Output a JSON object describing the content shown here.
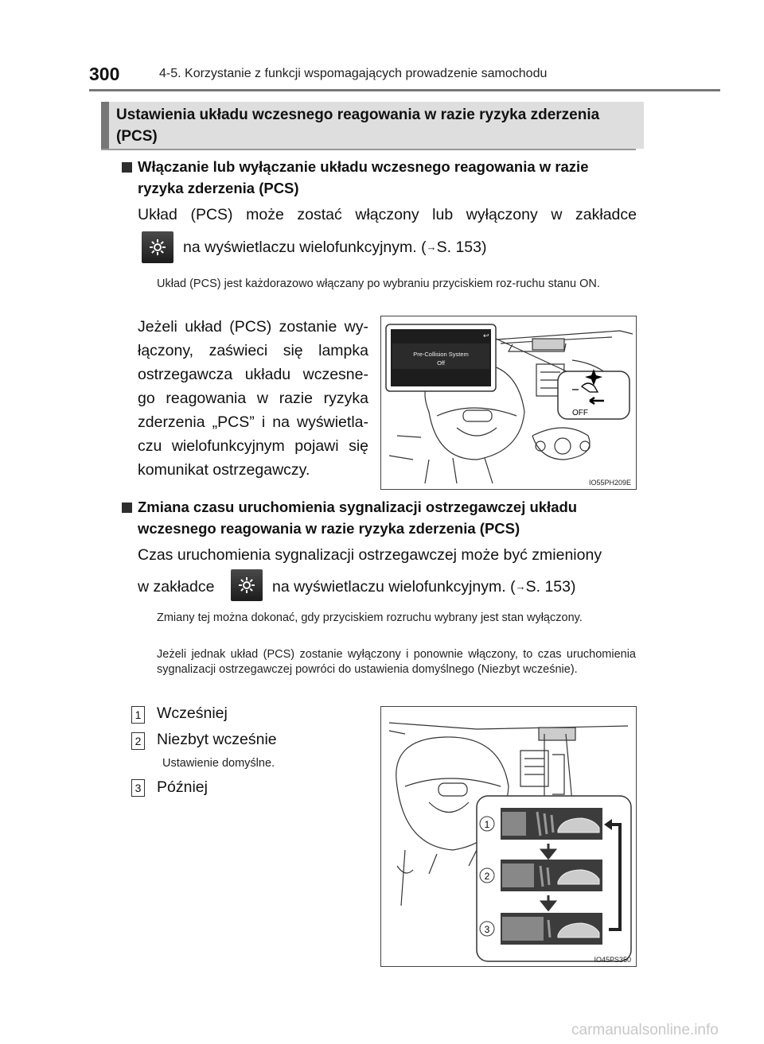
{
  "header": {
    "page_number": "300",
    "chapter_title": "4-5. Korzystanie z funkcji wspomagających prowadzenie samochodu"
  },
  "section": {
    "title": "Ustawienia układu wczesnego reagowania w razie ryzyka zderzenia (PCS)"
  },
  "block1": {
    "heading_line1": "Włączanie lub wyłączanie układu wczesnego reagowania w razie",
    "heading_line2": "ryzyka zderzenia (PCS)",
    "body_line1": "Układ (PCS) może zostać włączony lub wyłączony w zakładce",
    "body_line2": "na wyświetlaczu wielofunkcyjnym. (",
    "body_ref": "S. 153)",
    "note": "Układ (PCS) jest każdorazowo włączany po wybraniu przyciskiem roz-ruchu stanu ON.",
    "desc_lines": [
      "Jeżeli układ (PCS) zostanie wy-",
      "łączony, zaświeci się lampka",
      "ostrzegawcza układu wczesne-",
      "go reagowania w razie ryzyka",
      "zderzenia „PCS” i na wyświetla-",
      "czu wielofunkcyjnym pojawi się",
      "komunikat ostrzegawczy."
    ],
    "figure": {
      "screen_line1": "Pre-Collision System",
      "screen_line2": "Off",
      "lamp_label": "OFF",
      "code": "IO55PH209E"
    }
  },
  "block2": {
    "heading_line1": "Zmiana czasu uruchomienia sygnalizacji ostrzegawczej układu",
    "heading_line2": "wczesnego reagowania w razie ryzyka zderzenia (PCS)",
    "body_line1": "Czas uruchomienia sygnalizacji ostrzegawczej może być zmieniony",
    "body_line2_a": "w zakładce",
    "body_line2_b": "na wyświetlaczu wielofunkcyjnym. (",
    "body_ref": "S. 153)",
    "note1": "Zmiany tej można dokonać, gdy przyciskiem rozruchu wybrany jest stan wyłączony.",
    "note2": "Jeżeli jednak układ (PCS) zostanie wyłączony i ponownie włączony, to czas uruchomienia sygnalizacji ostrzegawczej powróci do ustawienia domyślnego (Niezbyt wcześnie).",
    "options": [
      {
        "num": "1",
        "label": "Wcześniej"
      },
      {
        "num": "2",
        "label": "Niezbyt wcześnie",
        "sub": "Ustawienie domyślne."
      },
      {
        "num": "3",
        "label": "Później"
      }
    ],
    "figure": {
      "steps": [
        "1",
        "2",
        "3"
      ],
      "code": "IO45PS350"
    }
  },
  "watermark": "carmanualsonline.info"
}
